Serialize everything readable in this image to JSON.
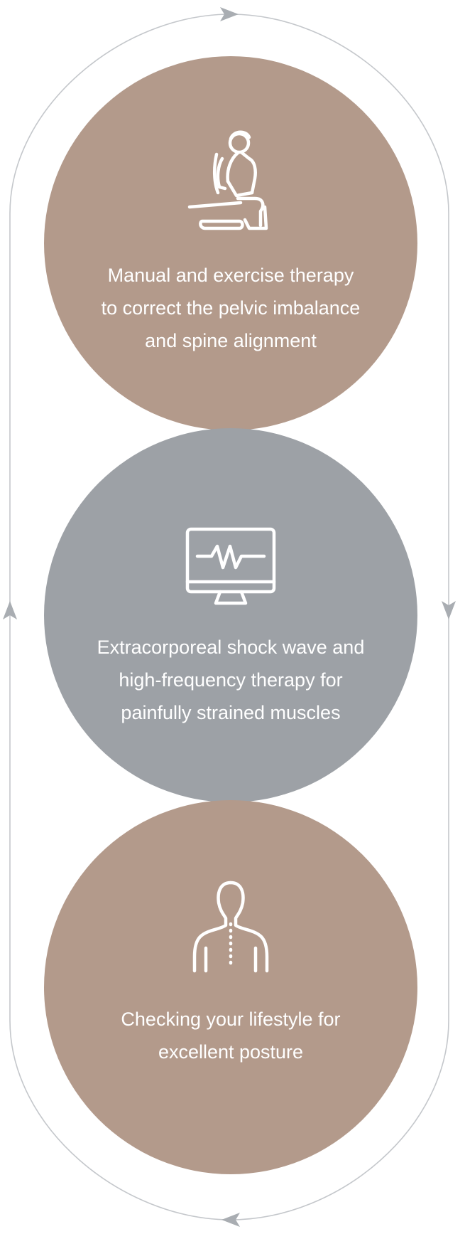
{
  "colors": {
    "taupe": "#b39a8b",
    "gray": "#9da1a6",
    "cycle_line": "#c4c7cb",
    "arrow": "#a9adb2",
    "text": "#ffffff"
  },
  "diagram": {
    "flow_direction": "clockwise",
    "arrow_icons": [
      "arrow-right-icon",
      "arrow-down-icon",
      "arrow-left-icon",
      "arrow-up-icon"
    ],
    "steps": [
      {
        "icon": "therapist-treating-patient-icon",
        "color": "#b39a8b",
        "lines": [
          "Manual and exercise therapy",
          "to correct the pelvic imbalance",
          "and spine alignment"
        ]
      },
      {
        "icon": "monitor-heartbeat-icon",
        "color": "#9da1a6",
        "lines": [
          "Extracorporeal shock wave and",
          "high-frequency therapy for",
          "painfully strained muscles"
        ]
      },
      {
        "icon": "spine-posture-icon",
        "color": "#b39a8b",
        "lines": [
          "Checking your lifestyle for",
          "excellent posture"
        ]
      }
    ]
  }
}
